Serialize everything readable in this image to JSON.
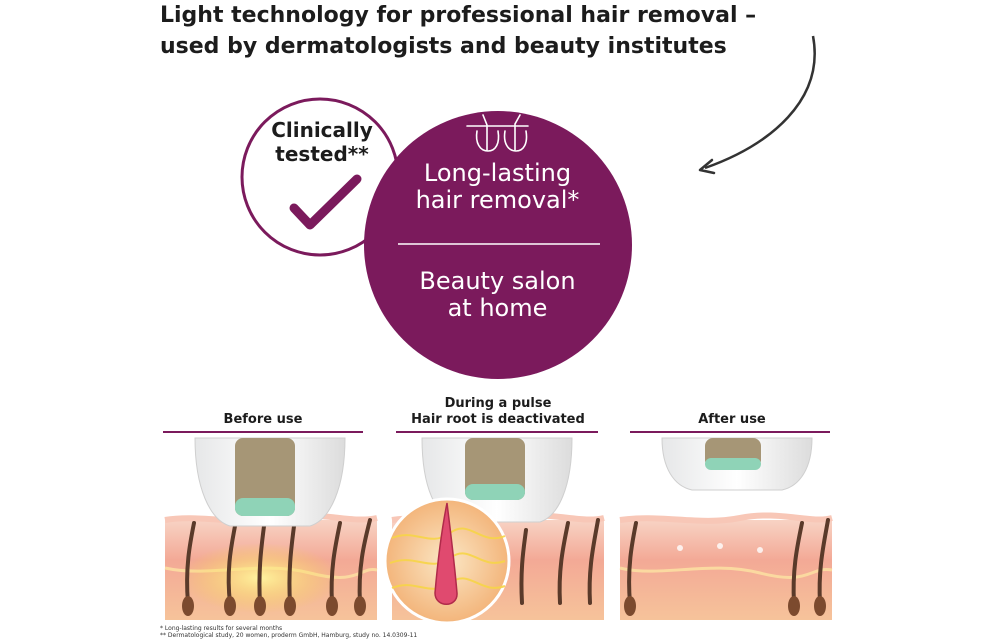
{
  "headline": {
    "line1": "Light technology for professional hair removal –",
    "line2": "used by dermatologists and beauty institutes"
  },
  "badge": {
    "line1": "Clinically",
    "line2": "tested**",
    "icon": "checkmark-icon"
  },
  "main_circle": {
    "icon": "hair-follicle-icon",
    "title_line1": "Long-lasting",
    "title_line2": "hair removal*",
    "subtitle_line1": "Beauty salon",
    "subtitle_line2": "at home"
  },
  "stages": [
    {
      "label_line1": "",
      "label_line2": "Before use"
    },
    {
      "label_line1": "During a pulse",
      "label_line2": "Hair root is deactivated"
    },
    {
      "label_line1": "",
      "label_line2": "After use"
    }
  ],
  "footnotes": {
    "note1": "* Long-lasting results for several months",
    "note2": "** Dermatological study, 20 women, proderm GmbH, Hamburg, study no. 14.0309-11"
  },
  "colors": {
    "brand_purple": "#7b1a5c",
    "skin_pink": "#f4b7a8",
    "light_glow": "#f7d548",
    "window_green": "#8fd3b7"
  }
}
